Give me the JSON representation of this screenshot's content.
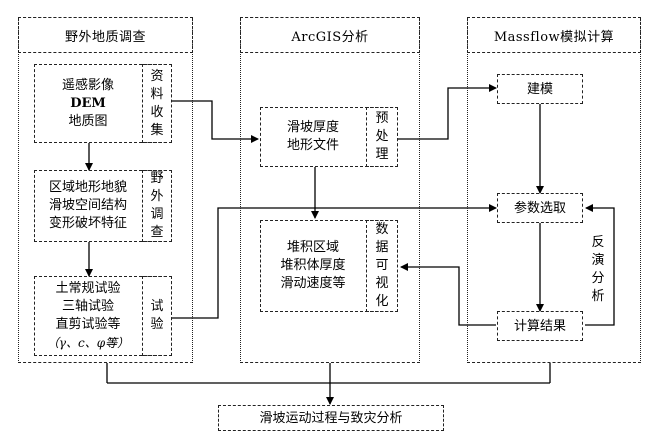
{
  "columns": {
    "field_survey": {
      "title": "野外地质调查"
    },
    "arcgis": {
      "title": "ArcGIS分析"
    },
    "massflow": {
      "title": "Massflow模拟计算"
    }
  },
  "field_blocks": [
    {
      "lines": [
        "遥感影像",
        "DEM",
        "地质图"
      ],
      "tag": [
        "资",
        "料",
        "收",
        "集"
      ]
    },
    {
      "lines": [
        "区域地形地貌",
        "滑坡空间结构",
        "变形破坏特征"
      ],
      "tag": [
        "野",
        "外",
        "调",
        "查"
      ]
    },
    {
      "lines": [
        "土常规试验",
        "三轴试验",
        "直剪试验等",
        "（γ、c、φ等）"
      ],
      "tag": [
        "试",
        "验"
      ]
    }
  ],
  "arcgis_blocks": [
    {
      "lines": [
        "滑坡厚度",
        "地形文件"
      ],
      "tag": [
        "预",
        "处",
        "理"
      ]
    },
    {
      "lines": [
        "堆积区域",
        "堆积体厚度",
        "滑动速度等"
      ],
      "tag": [
        "数",
        "据",
        "可",
        "视",
        "化"
      ]
    }
  ],
  "massflow_blocks": {
    "modeling": "建模",
    "params": "参数选取",
    "results": "计算结果",
    "feedback": [
      "反",
      "演",
      "分",
      "析"
    ]
  },
  "final": "滑坡运动过程与致灾分析"
}
